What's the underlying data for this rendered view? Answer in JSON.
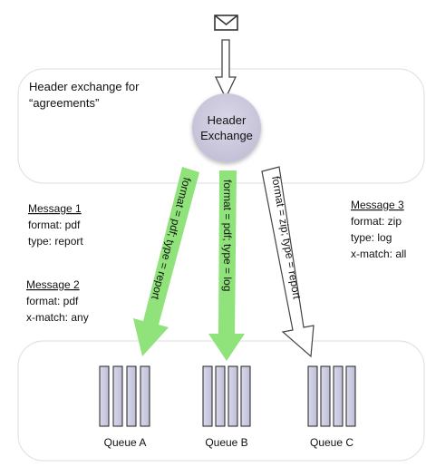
{
  "panel": {
    "title_line1": "Header exchange for",
    "title_line2": "“agreements”"
  },
  "exchange": {
    "label_line1": "Header",
    "label_line2": "Exchange"
  },
  "arrows": [
    {
      "label": "format = pdf; type = report",
      "color": "#8fe37a"
    },
    {
      "label": "format = pdf; type = log",
      "color": "#8fe37a"
    },
    {
      "label": "format = zip; type = report",
      "color": "#ffffff"
    }
  ],
  "messages": [
    {
      "title": "Message 1",
      "lines": [
        "format: pdf",
        "type: report"
      ]
    },
    {
      "title": "Message 2",
      "lines": [
        "format: pdf",
        "x-match: any"
      ]
    },
    {
      "title": "Message 3",
      "lines": [
        "format: zip",
        "type: log",
        "x-match: all"
      ]
    }
  ],
  "queues": [
    {
      "label": "Queue A"
    },
    {
      "label": "Queue B"
    },
    {
      "label": "Queue C"
    }
  ],
  "icons": {
    "message": "envelope-icon"
  }
}
